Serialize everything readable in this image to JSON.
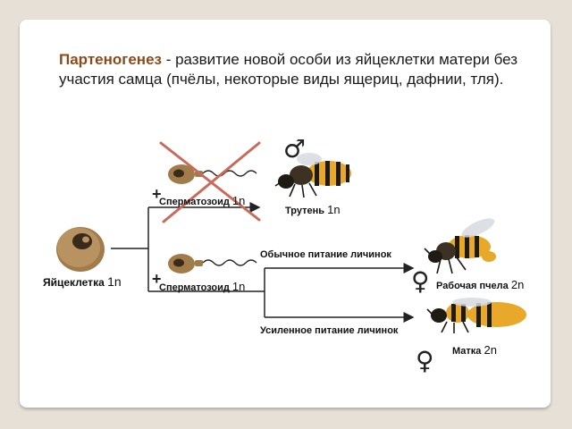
{
  "definition": {
    "term": "Партеногенез",
    "rest": " - развитие новой особи из яйцеклетки матери без участия самца (пчёлы, некоторые виды ящериц, дафнии, тля)."
  },
  "labels": {
    "egg": {
      "name": "Яйцеклетка ",
      "ploidy": "1n"
    },
    "sperm_top": {
      "name": "Сперматозоид ",
      "ploidy": "1n"
    },
    "sperm_bottom": {
      "name": "Сперматозоид ",
      "ploidy": "1n"
    },
    "drone": {
      "name": "Трутень ",
      "ploidy": "1n"
    },
    "worker": {
      "name": "Рабочая пчела ",
      "ploidy": "2n"
    },
    "queen": {
      "name": "Матка ",
      "ploidy": "2n"
    },
    "normal_feeding": "Обычное питание личинок",
    "enhanced_feeding": "Усиленное питание личинок"
  },
  "symbols": {
    "male": "♂",
    "female": "♀",
    "plus": "+"
  },
  "colors": {
    "term": "#8a4b1c",
    "cross": "#c96a5a",
    "bee_yellow": "#e8a82a",
    "cell_brown": "#a07c4a",
    "nucleus": "#3a2a1a"
  }
}
